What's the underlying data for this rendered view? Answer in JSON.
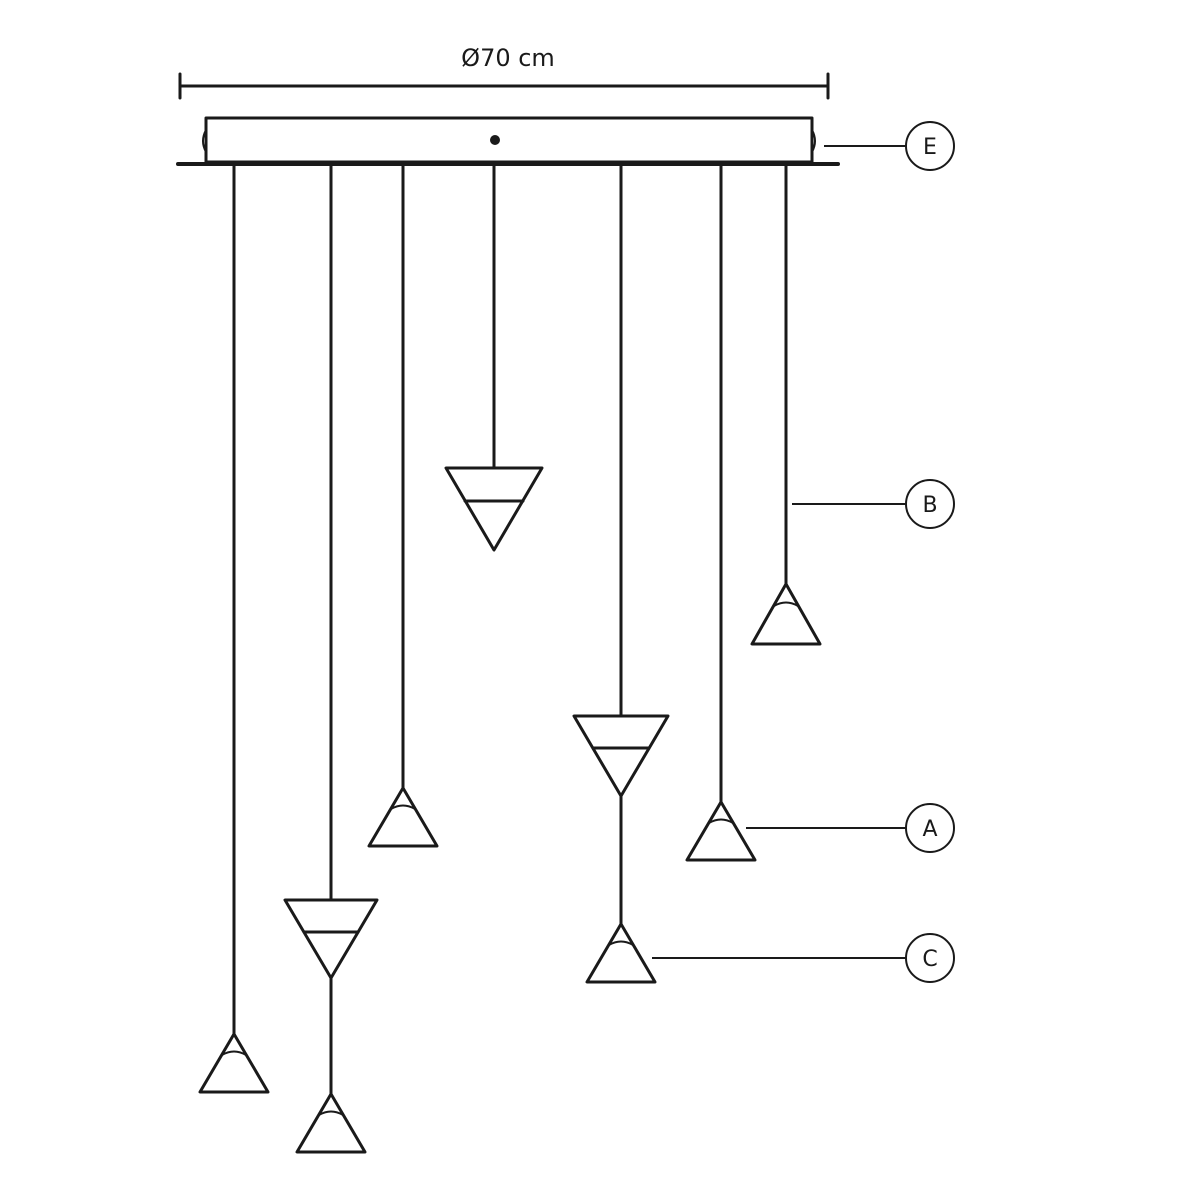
{
  "diagram": {
    "dimension_label": "Ø70 cm",
    "callouts": {
      "e": "E",
      "b": "B",
      "a": "A",
      "c": "C"
    }
  },
  "colors": {
    "stroke": "#1a1a1a",
    "background": "#ffffff"
  }
}
